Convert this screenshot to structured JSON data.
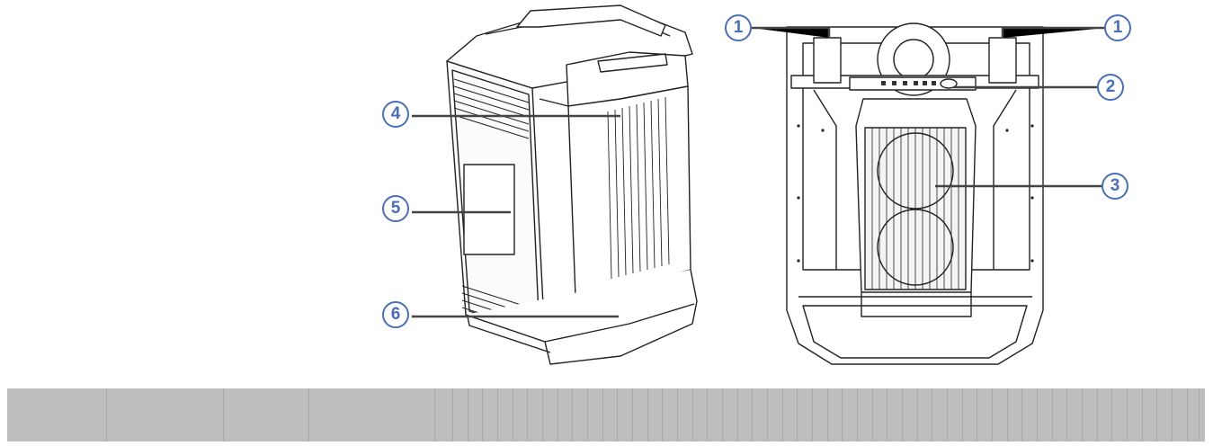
{
  "figure": {
    "callouts": [
      {
        "id": "c1-left",
        "label": "1"
      },
      {
        "id": "c1-right",
        "label": "1"
      },
      {
        "id": "c2",
        "label": "2"
      },
      {
        "id": "c3",
        "label": "3"
      },
      {
        "id": "c4",
        "label": "4"
      },
      {
        "id": "c5",
        "label": "5"
      },
      {
        "id": "c6",
        "label": "6"
      }
    ],
    "colors": {
      "callout": "#4a6fb7",
      "line": "#444444",
      "strip": "#bdbdbd"
    }
  }
}
